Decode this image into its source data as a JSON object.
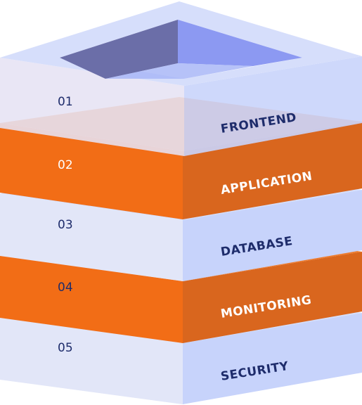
{
  "colors": {
    "light_top": "#d6defb",
    "light_left": "#e2e6f8",
    "light_right": "#c7d3fb",
    "light_front_right": "#dde1f7",
    "inner_wall_dark": "#6b6ea8",
    "inner_wall_blue": "#8c99f2",
    "inner_floor": "#a9b7f7",
    "orange_top": "#ef7a2a",
    "orange_left": "#f26d16",
    "orange_right": "#d9661e",
    "navy_text": "#1e2c6b",
    "white_text": "#ffffff"
  },
  "layers": [
    {
      "number": "01",
      "label": "FRONTEND",
      "style": "light",
      "hollow": true
    },
    {
      "number": "02",
      "label": "APPLICATION",
      "style": "orange",
      "hollow": false
    },
    {
      "number": "03",
      "label": "DATABASE",
      "style": "light",
      "hollow": false
    },
    {
      "number": "04",
      "label": "MONITORING",
      "style": "orange",
      "hollow": false
    },
    {
      "number": "05",
      "label": "SECURITY",
      "style": "light",
      "hollow": false
    }
  ]
}
